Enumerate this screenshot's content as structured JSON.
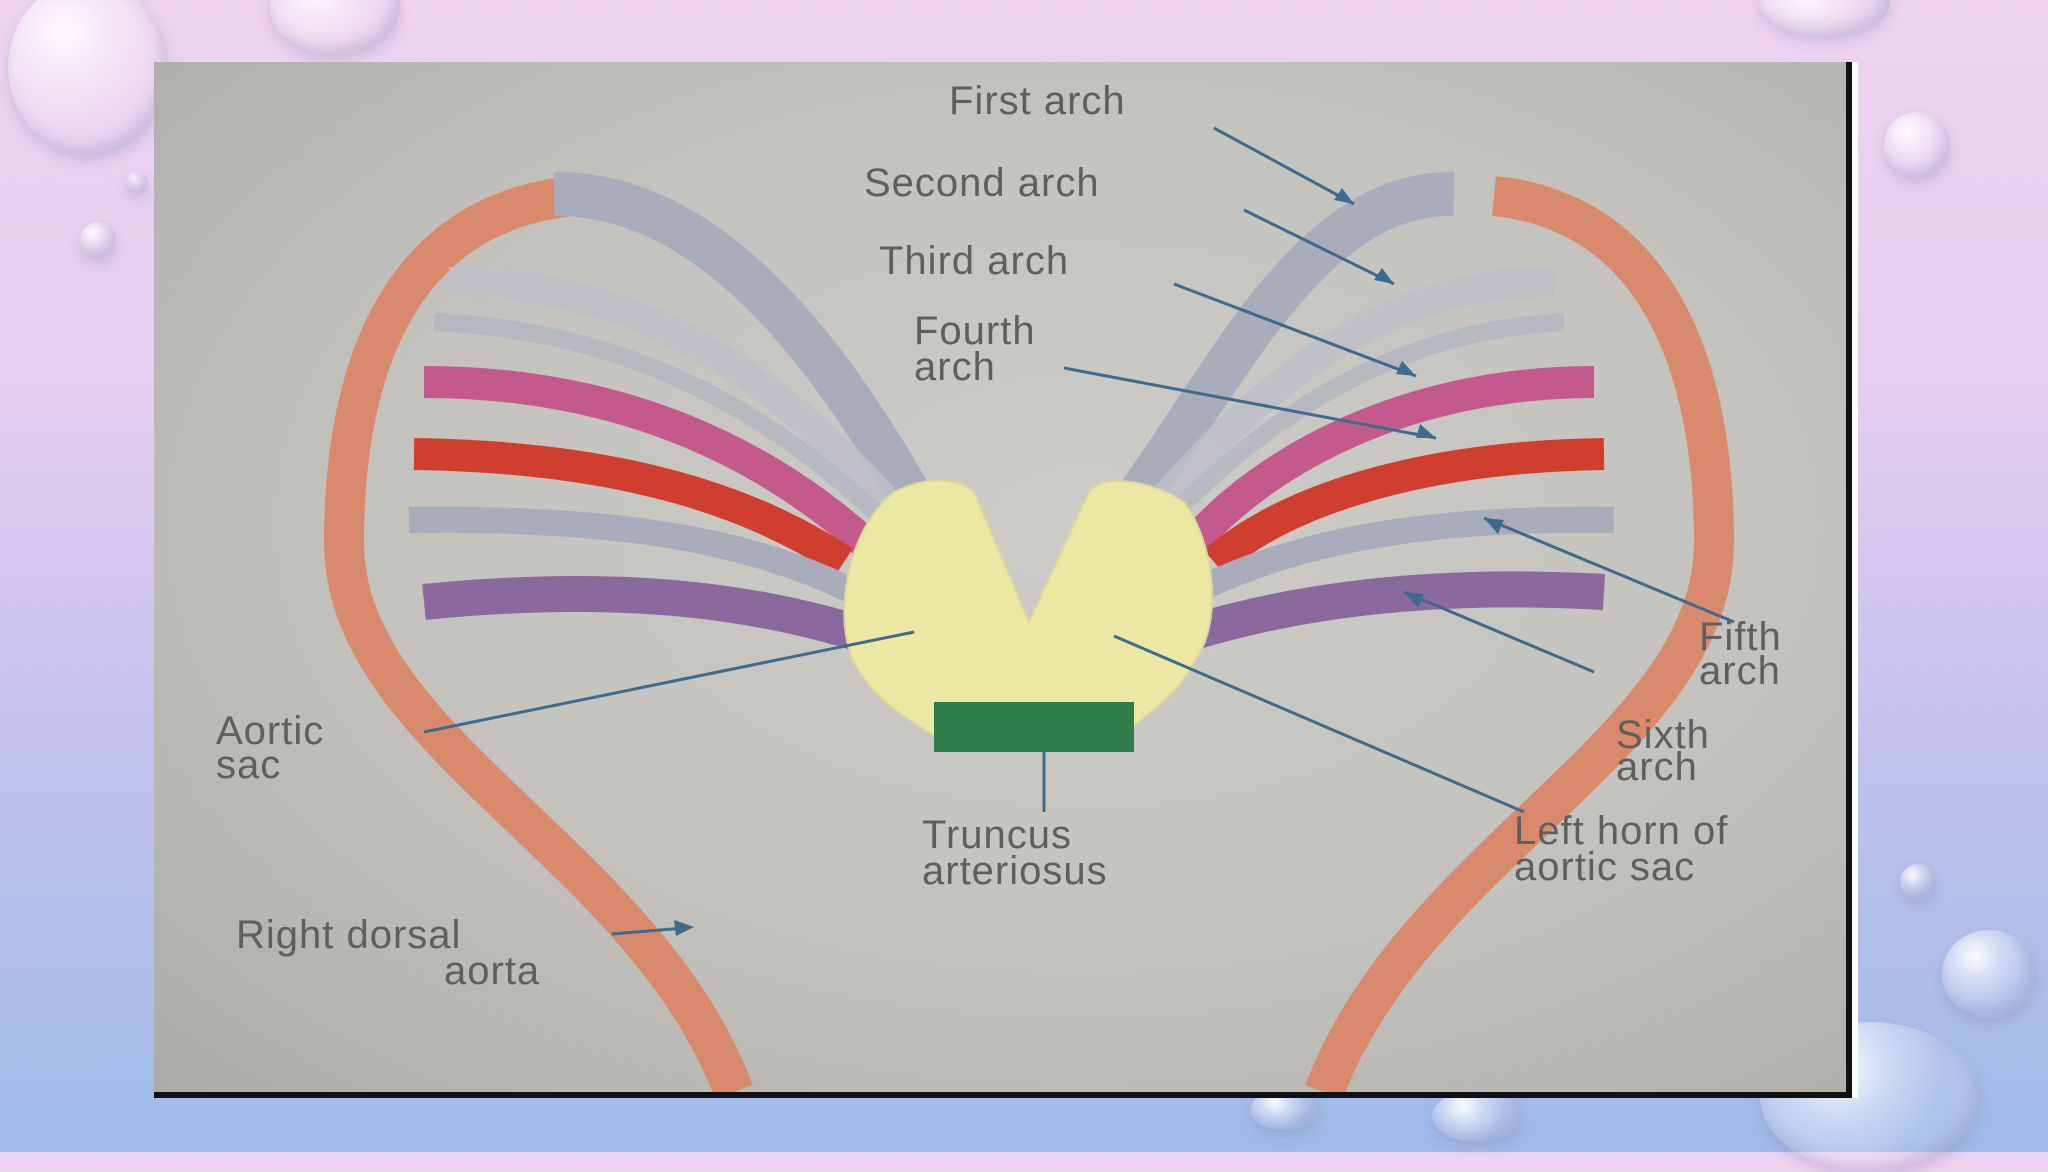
{
  "labels": {
    "first_arch": "First arch",
    "second_arch": "Second arch",
    "third_arch": "Third arch",
    "fourth_arch_1": "Fourth",
    "fourth_arch_2": "arch",
    "fifth_arch_1": "Fifth",
    "fifth_arch_2": "arch",
    "sixth_arch_1": "Sixth",
    "sixth_arch_2": "arch",
    "aortic_sac_1": "Aortic",
    "aortic_sac_2": "sac",
    "truncus_1": "Truncus",
    "truncus_2": "arteriosus",
    "left_horn_1": "Left horn of",
    "left_horn_2": "aortic sac",
    "right_dorsal_1": "Right dorsal",
    "right_dorsal_2": "aorta"
  },
  "colors": {
    "dorsal_aorta": "#d98a6d",
    "arch_gray": "#a9acbb",
    "arch_pink": "#c45a8c",
    "arch_red": "#cf3e2f",
    "arch_purple": "#8a6a9e",
    "aortic_sac": "#ece8a4",
    "truncus": "#2f7d4a",
    "leader_line": "#3e6a8e"
  }
}
